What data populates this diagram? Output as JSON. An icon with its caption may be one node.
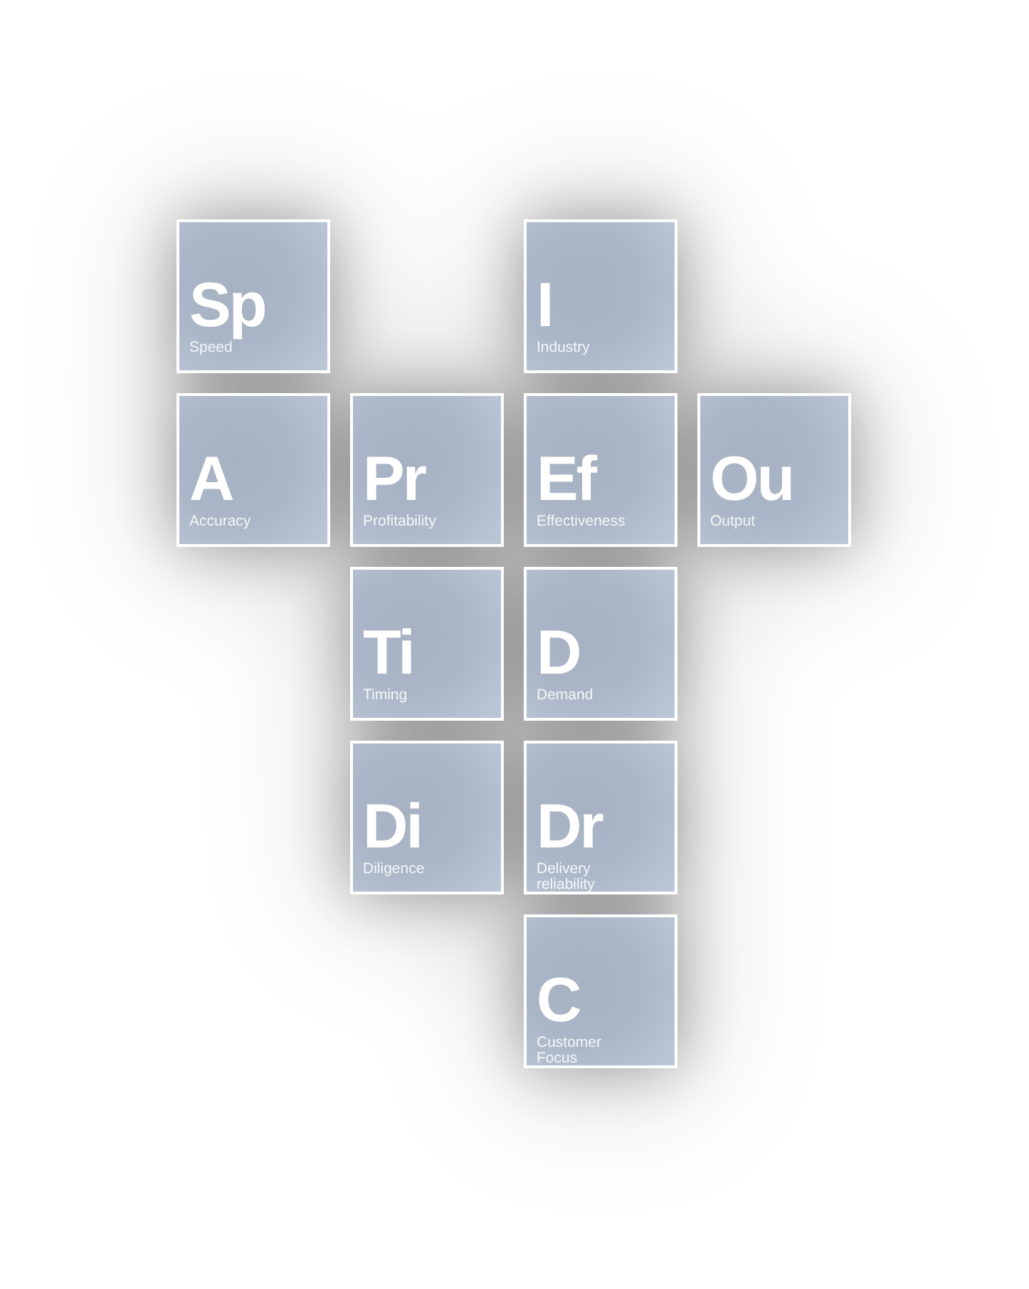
{
  "diagram": {
    "nodes": [
      {
        "text": [
          "Sp",
          "Speed"
        ]
      },
      {
        "text": [
          "I",
          "Industry"
        ]
      },
      {
        "text": [
          "A",
          "Accuracy"
        ]
      },
      {
        "text": [
          "Pr",
          "Profitability"
        ]
      },
      {
        "text": [
          "Ef",
          "Effectiveness"
        ]
      },
      {
        "text": [
          "Ou",
          "Output"
        ]
      },
      {
        "text": [
          "Ti",
          "Timing"
        ]
      },
      {
        "text": [
          "D",
          "Demand"
        ]
      },
      {
        "text": [
          "Di",
          "Diligence"
        ]
      },
      {
        "text": [
          "Dr",
          "Delivery reliability"
        ]
      },
      {
        "text": [
          "C",
          "Customer Focus"
        ]
      }
    ]
  }
}
